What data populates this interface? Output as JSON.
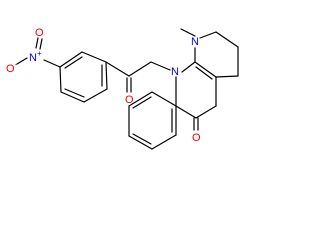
{
  "molecule": {
    "atoms": [
      {
        "symbol": "O",
        "charge": "-",
        "color": "#ff0000"
      },
      {
        "symbol": "N",
        "charge": "+",
        "color": "#0000ff"
      },
      {
        "symbol": "O",
        "charge": "",
        "color": "#ff0000"
      },
      {
        "symbol": "O",
        "charge": "",
        "color": "#ff0000"
      },
      {
        "symbol": "N",
        "charge": "",
        "color": "#0000ff"
      },
      {
        "symbol": "N",
        "charge": "",
        "color": "#0000ff"
      },
      {
        "symbol": "O",
        "charge": "",
        "color": "#ff0000"
      }
    ],
    "bond_color": "#000000",
    "background": "#ffffff"
  }
}
